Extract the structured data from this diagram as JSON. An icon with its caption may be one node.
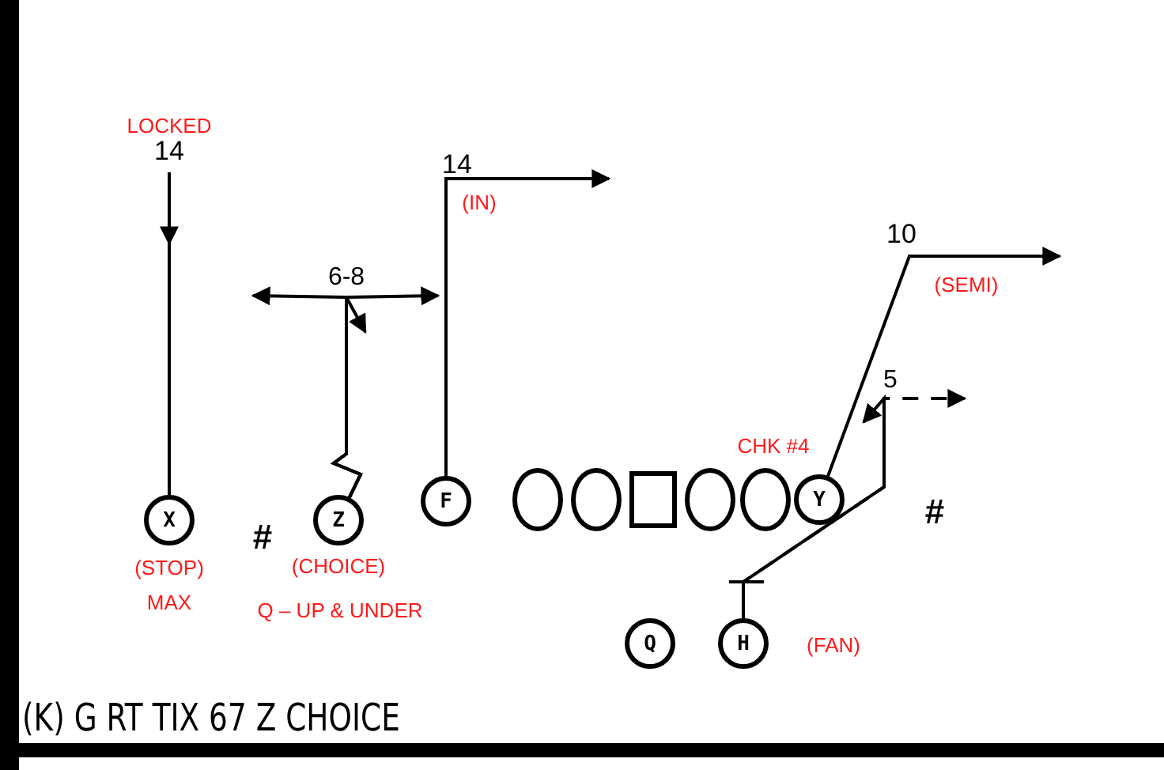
{
  "diagram": {
    "caption": "(K) G RT TIX 67 Z CHOICE",
    "nodes": [
      {
        "text": [
          "X"
        ],
        "beside": [
          "(STOP)",
          "MAX"
        ]
      },
      {
        "text": [
          "Z"
        ],
        "beside": [
          "(CHOICE)"
        ]
      },
      {
        "text": [
          "F"
        ]
      },
      {
        "text": [],
        "shape": "circle"
      },
      {
        "text": [],
        "shape": "circle"
      },
      {
        "text": [],
        "shape": "box"
      },
      {
        "text": [],
        "shape": "circle"
      },
      {
        "text": [],
        "shape": "circle"
      },
      {
        "text": [
          "Y"
        ]
      },
      {
        "text": [
          "Q"
        ]
      },
      {
        "text": [
          "H"
        ],
        "beside": [
          "(FAN)"
        ]
      },
      {
        "text": [
          "LOCKED",
          "14"
        ]
      }
    ],
    "edges": [
      {
        "from": 11,
        "to": null,
        "arrow": "to"
      },
      {
        "from": null,
        "to": 0,
        "arrow": "none"
      },
      {
        "from": 1,
        "to": null,
        "arrow": "to"
      },
      {
        "from": 1,
        "to": null,
        "arrow": "to"
      },
      {
        "from": 1,
        "to": null,
        "arrow": "to"
      },
      {
        "from": 2,
        "to": null,
        "arrow": "to"
      },
      {
        "from": 8,
        "to": null,
        "arrow": "to"
      },
      {
        "from": 10,
        "to": null,
        "arrow": "to"
      },
      {
        "from": 10,
        "to": null,
        "arrow": "to",
        "style": "dashed"
      }
    ],
    "labels": [
      "14",
      "(IN)",
      "6-8",
      "10",
      "(SEMI)",
      "5",
      "CHK #4",
      "#",
      "#",
      "Q – UP & UNDER"
    ]
  }
}
